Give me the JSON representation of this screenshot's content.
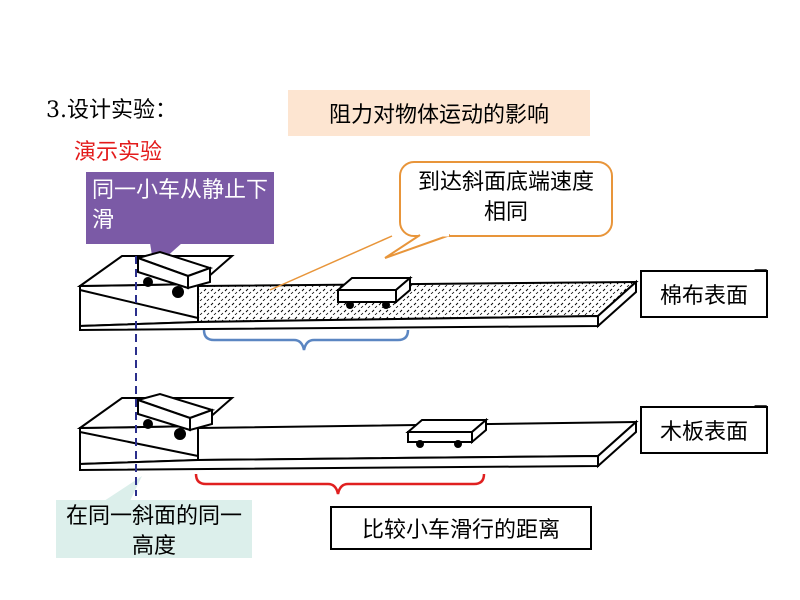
{
  "header": {
    "step_title": "3.设计实验：",
    "demo_label": "演示实验",
    "topic": "阻力对物体运动的影响"
  },
  "callouts": {
    "same_cart": "同一小车从静止下滑",
    "same_speed": "到达斜面底端速度相同",
    "same_height": "在同一斜面的同一高度",
    "compare": "比较小车滑行的距离"
  },
  "surfaces": {
    "cotton": "棉布表面",
    "wood": "木板表面"
  },
  "colors": {
    "red_text": "#e31b1b",
    "topic_bg": "#fde5d1",
    "purple_bubble": "#7b5aa6",
    "speed_bubble_border": "#e8953a",
    "height_bubble_bg": "#dcefeb",
    "cotton_brace": "#5b86c2",
    "wood_brace": "#e02020",
    "dashed_line": "#2b2f8c"
  }
}
